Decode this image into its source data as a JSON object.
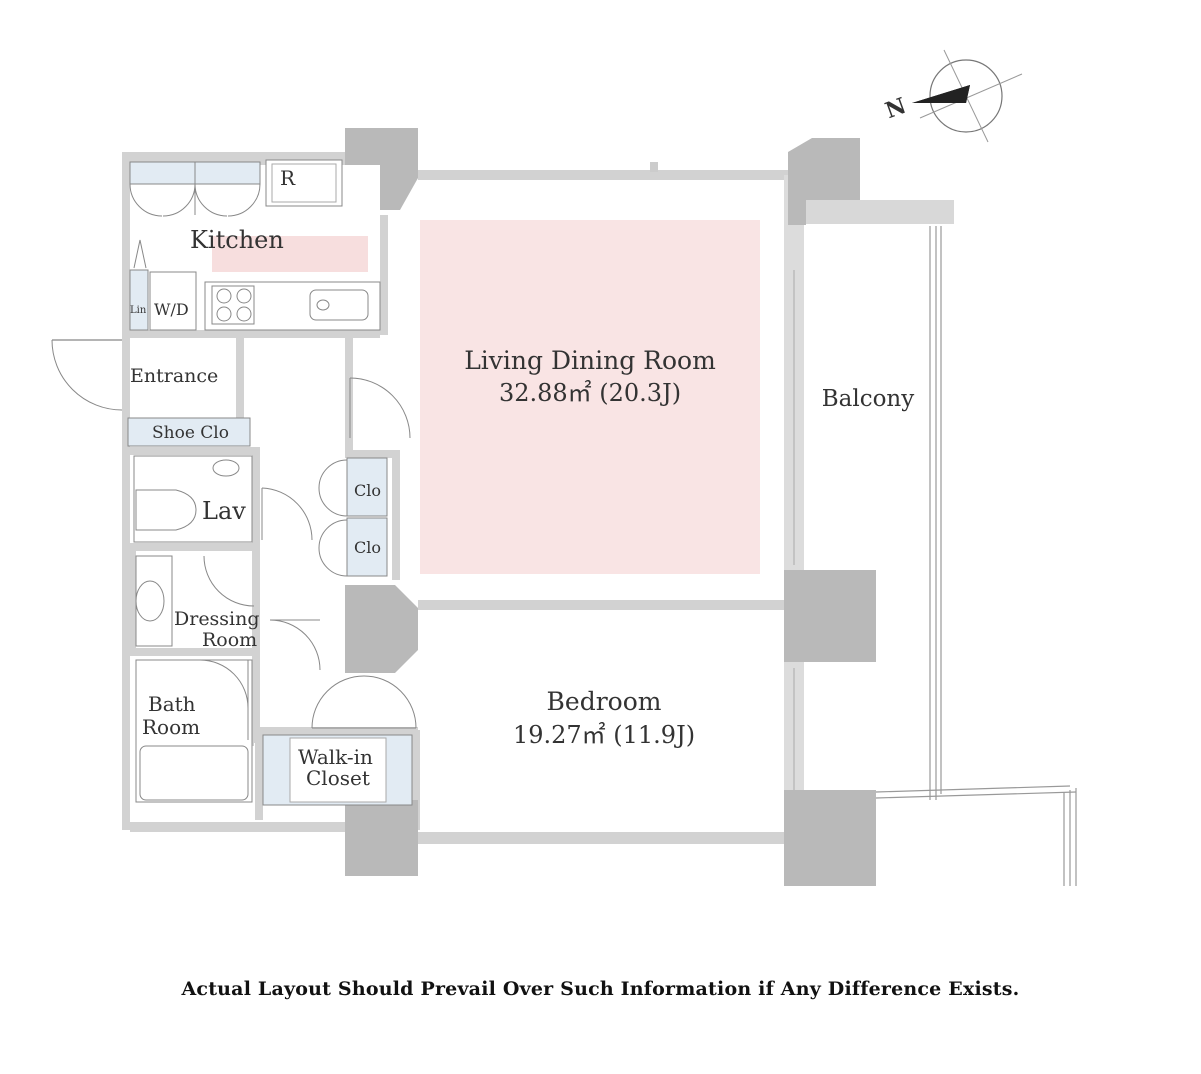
{
  "compass": {
    "label": "N"
  },
  "rooms": {
    "kitchen": "Kitchen",
    "refrigerator": "R",
    "linen": "Lin",
    "washer_dryer": "W/D",
    "entrance": "Entrance",
    "shoe_closet": "Shoe Clo",
    "lavatory": "Lav",
    "closet_1": "Clo",
    "closet_2": "Clo",
    "dressing_line1": "Dressing",
    "dressing_line2": "Room",
    "bath_line1": "Bath",
    "bath_line2": "Room",
    "walkin_line1": "Walk-in",
    "walkin_line2": "Closet",
    "living_name": "Living Dining Room",
    "living_area": "32.88㎡  (20.3J)",
    "bedroom_name": "Bedroom",
    "bedroom_area": "19.27㎡  (11.9J)",
    "balcony": "Balcony"
  },
  "colors": {
    "wall": "#d2d2d2",
    "column": "#b9b9b9",
    "living_highlight": "#f9e4e4",
    "kitchen_highlight": "#f7dede",
    "storage": "#e2ebf3"
  },
  "disclaimer": "Actual Layout Should Prevail Over Such Information if Any Difference Exists."
}
